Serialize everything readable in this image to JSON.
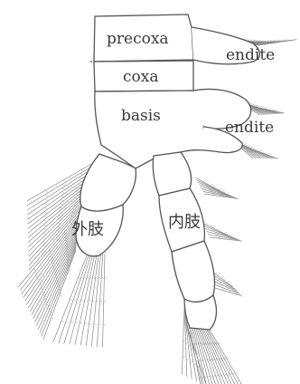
{
  "labels": {
    "precoxa": "precoxa",
    "coxa": "coxa",
    "basis": "basis",
    "endite_upper": "endite",
    "endite_lower": "endite",
    "exopod": "外肢",
    "endopod": "内肢"
  },
  "colors": {
    "outline": "#555555",
    "setae": "#8a8a8a",
    "text": "#3a3a3a",
    "background": "#ffffff"
  }
}
